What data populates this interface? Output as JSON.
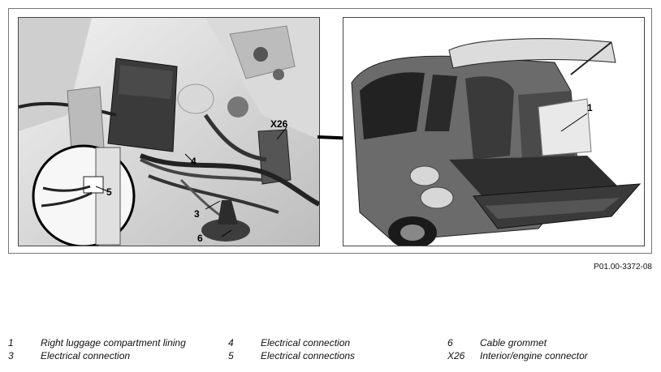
{
  "figure": {
    "code": "P01.00-3372-08",
    "callouts_left": [
      "X26",
      "4",
      "5",
      "3",
      "6"
    ],
    "callouts_right": [
      "1"
    ]
  },
  "legend": [
    {
      "num": "1",
      "text": "Right luggage compartment lining"
    },
    {
      "num": "3",
      "text": "Electrical connection"
    },
    {
      "num": "4",
      "text": "Electrical connection"
    },
    {
      "num": "5",
      "text": "Electrical connections"
    },
    {
      "num": "6",
      "text": "Cable grommet"
    },
    {
      "num": "X26",
      "text": "Interior/engine connector"
    }
  ]
}
